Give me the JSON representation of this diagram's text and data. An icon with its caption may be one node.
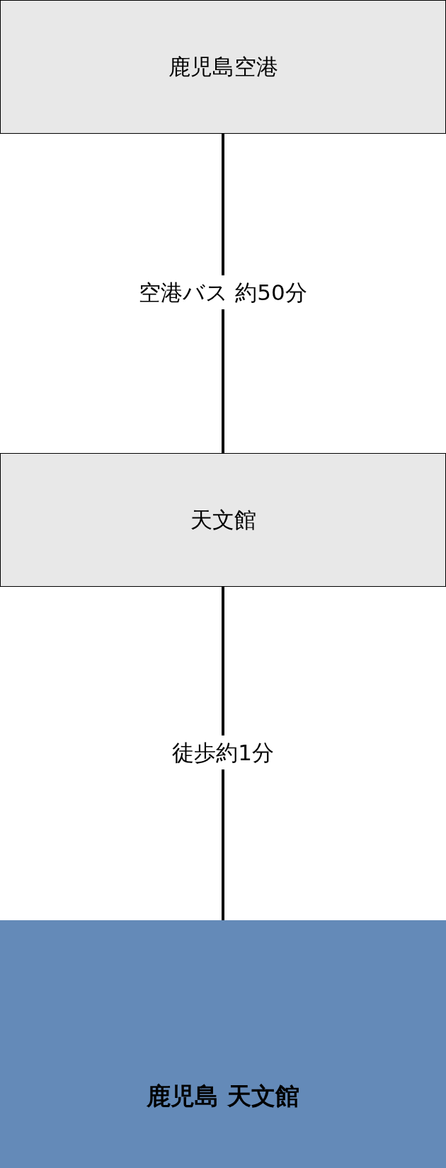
{
  "diagram": {
    "nodes": [
      {
        "text": [
          "鹿児島空港"
        ]
      },
      {
        "text": [
          "天文館"
        ]
      },
      {
        "text": [
          "鹿児島 天文館"
        ]
      }
    ],
    "edges": [
      {
        "from": 0,
        "to": 1,
        "arrow": "none",
        "label": "空港バス 約50分"
      },
      {
        "from": 1,
        "to": 2,
        "arrow": "none",
        "label": "徒歩約1分"
      }
    ]
  }
}
